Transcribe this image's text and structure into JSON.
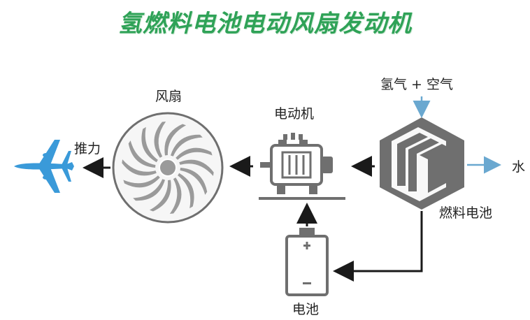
{
  "title": "氢燃料电池电动风扇发动机",
  "labels": {
    "fan": "风扇",
    "motor": "电动机",
    "thrust": "推力",
    "inputs": "氢气 + 空气",
    "water": "水",
    "fuel_cell": "燃料电池",
    "battery": "电池"
  },
  "icons": {
    "airplane": "airplane-icon",
    "fan": "fan-icon",
    "motor": "electric-motor-icon",
    "fuel_cell": "fuel-cell-stack-icon",
    "battery": "battery-icon"
  },
  "colors": {
    "title": "#2fa257",
    "airplane": "#3a9ad9",
    "diagram_gray": "#6f6f6f",
    "flow_arrow_blue": "#6aa8d0",
    "arrow_dark": "#1a1a1a"
  }
}
